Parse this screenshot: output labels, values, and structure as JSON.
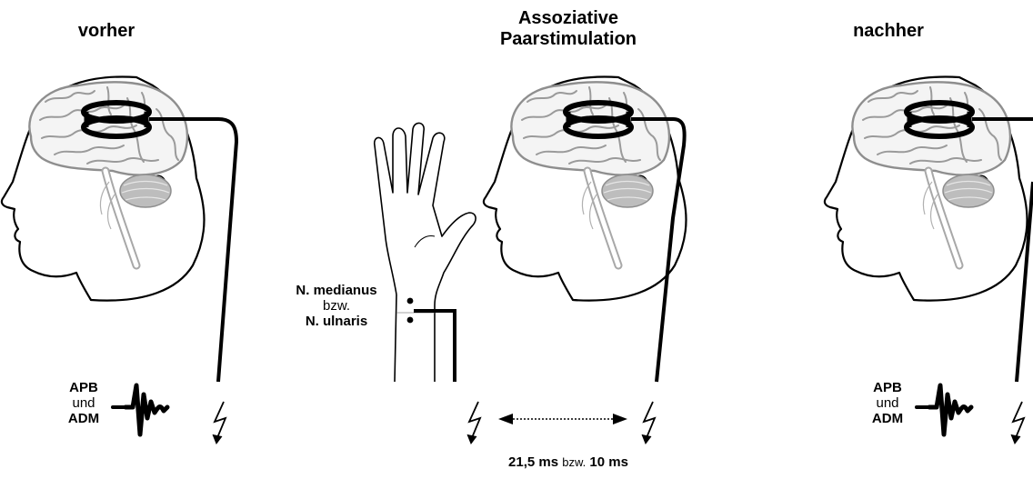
{
  "panels": {
    "before": {
      "title": "vorher"
    },
    "pas": {
      "title_line1": "Assoziative",
      "title_line2": "Paarstimulation"
    },
    "after": {
      "title": "nachher"
    }
  },
  "muscles": {
    "apb": "APB",
    "und": "und",
    "adm": "ADM"
  },
  "nerve": {
    "medianus": "N. medianus",
    "bzw": "bzw.",
    "ulnaris": "N. ulnaris"
  },
  "interval": {
    "value1": "21,5 ms",
    "bzw": "bzw.",
    "value2": "10 ms"
  },
  "colors": {
    "ink": "#000000",
    "brain": "#9a9a9a",
    "cerebellum": "#b8b8b8"
  }
}
